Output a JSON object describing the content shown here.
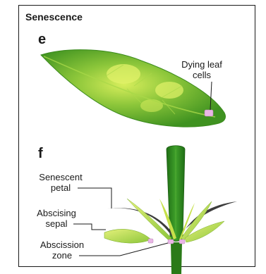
{
  "title": "Senescence",
  "panels": [
    {
      "letter": "e",
      "labels": [
        {
          "lines": [
            "Dying leaf",
            "cells"
          ]
        }
      ]
    },
    {
      "letter": "f",
      "labels": [
        {
          "lines": [
            "Senescent",
            "petal"
          ]
        },
        {
          "lines": [
            "Abscising",
            "sepal"
          ]
        },
        {
          "lines": [
            "Abscission",
            "zone"
          ]
        }
      ]
    }
  ],
  "colors": {
    "leaf_green": "#5cae2a",
    "leaf_light": "#d6ec55",
    "stem_green": "#2f8a1e",
    "petal_dark": "#3d3d3d",
    "sepal_yellow": "#c6e04a",
    "marker_pink": "#e9b6e6"
  }
}
